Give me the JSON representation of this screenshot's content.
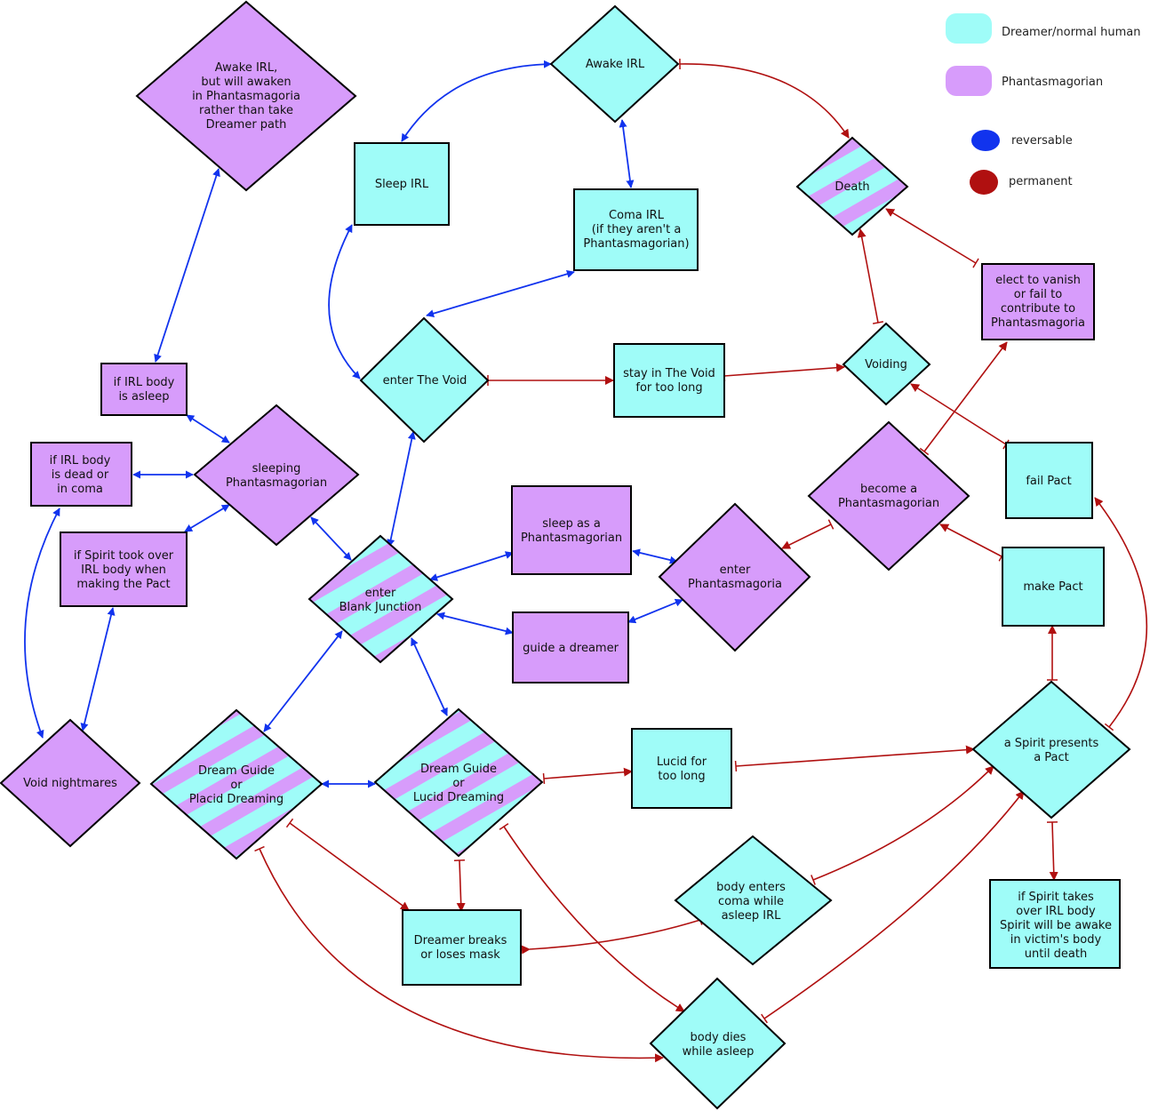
{
  "colors": {
    "dreamer": "#9ffcf8",
    "phantasmagorian": "#d79cfb",
    "reversable": "#1133ee",
    "permanent": "#b01010",
    "outline": "#000000"
  },
  "legend": {
    "dreamer": "Dreamer/normal human",
    "phantasmagorian": "Phantasmagorian",
    "reversable": "reversable",
    "permanent": "permanent"
  },
  "nodes": {
    "awake_irl_phantasmagoria": [
      "Awake IRL,",
      "but will awaken",
      "in Phantasmagoria",
      "rather than take",
      "Dreamer path"
    ],
    "awake_irl": [
      "Awake IRL"
    ],
    "sleep_irl": [
      "Sleep IRL"
    ],
    "coma_irl": [
      "Coma IRL",
      "(if they aren't a",
      "Phantasmagorian)"
    ],
    "death": [
      "Death"
    ],
    "elect_vanish": [
      "elect to vanish",
      "or fail to",
      "contribute to",
      "Phantasmagoria"
    ],
    "enter_void": [
      "enter The Void"
    ],
    "stay_void": [
      "stay in The Void",
      "for too long"
    ],
    "voiding": [
      "Voiding"
    ],
    "irl_body_asleep": [
      "if IRL body",
      "is asleep"
    ],
    "irl_body_dead": [
      "if IRL body",
      "is dead or",
      "in coma"
    ],
    "sleeping_phantasmagorian": [
      "sleeping",
      "Phantasmagorian"
    ],
    "spirit_took_over": [
      "if Spirit took over",
      "IRL body when",
      "making the Pact"
    ],
    "become_phantasmagorian": [
      "become a",
      "Phantasmagorian"
    ],
    "fail_pact": [
      "fail Pact"
    ],
    "sleep_as_phantasmagorian": [
      "sleep as a",
      "Phantasmagorian"
    ],
    "enter_phantasmagoria": [
      "enter",
      "Phantasmagoria"
    ],
    "make_pact": [
      "make Pact"
    ],
    "blank_junction": [
      "enter",
      "Blank Junction"
    ],
    "guide_dreamer": [
      "guide a dreamer"
    ],
    "void_nightmares": [
      "Void nightmares"
    ],
    "dream_guide_placid": [
      "Dream Guide",
      "or",
      "Placid Dreaming"
    ],
    "dream_guide_lucid": [
      "Dream Guide",
      "or",
      "Lucid Dreaming"
    ],
    "lucid_too_long": [
      "Lucid for",
      "too long"
    ],
    "spirit_presents_pact": [
      "a Spirit presents",
      "a Pact"
    ],
    "body_coma_asleep": [
      "body enters",
      "coma while",
      "asleep IRL"
    ],
    "dreamer_breaks": [
      "Dreamer breaks",
      "or loses mask"
    ],
    "spirit_takes_over": [
      "if Spirit takes",
      "over IRL body",
      "Spirit will be awake",
      "in victim's body",
      "until death"
    ],
    "body_dies_asleep": [
      "body dies",
      "while asleep"
    ]
  }
}
